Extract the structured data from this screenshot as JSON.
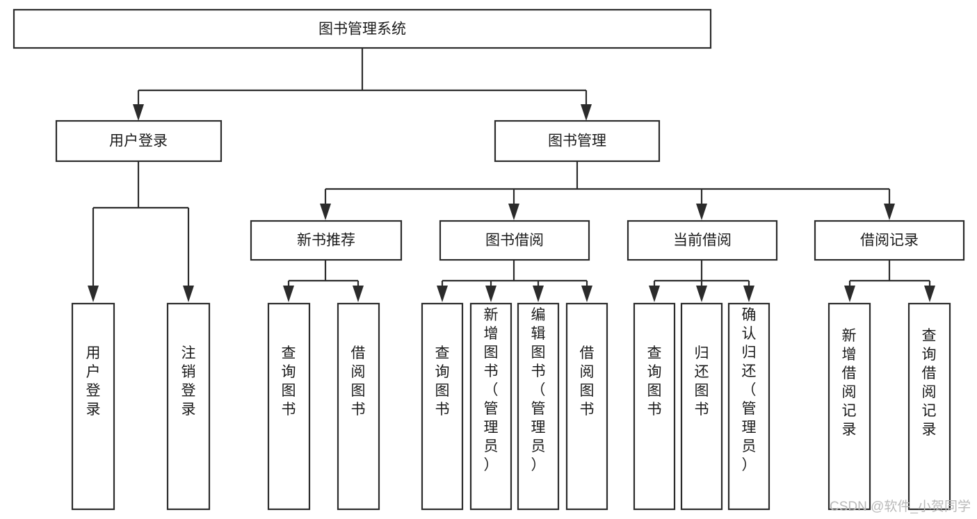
{
  "diagram": {
    "title": "图书管理系统",
    "type": "hierarchy-tree",
    "orientation": "top-down",
    "colors": {
      "box_fill": "#ffffff",
      "box_stroke": "#2b2b2b",
      "text": "#1a1a1a",
      "background": "#ffffff",
      "watermark": "#b9b9b9"
    },
    "levels": [
      {
        "level": 0,
        "nodes": [
          {
            "id": "root",
            "label": "图书管理系统",
            "text_orientation": "horizontal"
          }
        ]
      },
      {
        "level": 1,
        "nodes": [
          {
            "id": "login",
            "label": "用户登录",
            "text_orientation": "horizontal",
            "parent": "root"
          },
          {
            "id": "bookmgmt",
            "label": "图书管理",
            "text_orientation": "horizontal",
            "parent": "root"
          }
        ]
      },
      {
        "level": 2,
        "nodes": [
          {
            "id": "newbook",
            "label": "新书推荐",
            "text_orientation": "horizontal",
            "parent": "bookmgmt"
          },
          {
            "id": "borrow",
            "label": "图书借阅",
            "text_orientation": "horizontal",
            "parent": "bookmgmt"
          },
          {
            "id": "current",
            "label": "当前借阅",
            "text_orientation": "horizontal",
            "parent": "bookmgmt"
          },
          {
            "id": "records",
            "label": "借阅记录",
            "text_orientation": "horizontal",
            "parent": "bookmgmt"
          }
        ]
      },
      {
        "level": 3,
        "nodes": [
          {
            "id": "leaf-user-login",
            "label": "用户登录",
            "text_orientation": "vertical",
            "parent": "login"
          },
          {
            "id": "leaf-user-logout",
            "label": "注销登录",
            "text_orientation": "vertical",
            "parent": "login"
          },
          {
            "id": "leaf-query-book-1",
            "label": "查询图书",
            "text_orientation": "vertical",
            "parent": "newbook"
          },
          {
            "id": "leaf-borrow-book-1",
            "label": "借阅图书",
            "text_orientation": "vertical",
            "parent": "newbook"
          },
          {
            "id": "leaf-query-book-2",
            "label": "查询图书",
            "text_orientation": "vertical",
            "parent": "borrow"
          },
          {
            "id": "leaf-add-book",
            "label": "新增图书（管理员）",
            "text_orientation": "vertical",
            "parent": "borrow"
          },
          {
            "id": "leaf-edit-book",
            "label": "编辑图书（管理员）",
            "text_orientation": "vertical",
            "parent": "borrow"
          },
          {
            "id": "leaf-borrow-book-2",
            "label": "借阅图书",
            "text_orientation": "vertical",
            "parent": "borrow"
          },
          {
            "id": "leaf-query-book-3",
            "label": "查询图书",
            "text_orientation": "vertical",
            "parent": "current"
          },
          {
            "id": "leaf-return-book",
            "label": "归还图书",
            "text_orientation": "vertical",
            "parent": "current"
          },
          {
            "id": "leaf-confirm-return",
            "label": "确认归还（管理员）",
            "text_orientation": "vertical",
            "parent": "current"
          },
          {
            "id": "leaf-add-record",
            "label": "新增借阅记录",
            "text_orientation": "vertical",
            "parent": "records"
          },
          {
            "id": "leaf-query-record",
            "label": "查询借阅记录",
            "text_orientation": "vertical",
            "parent": "records"
          }
        ]
      }
    ]
  },
  "watermark": {
    "text": "CSDN @软件_小贺同学"
  }
}
